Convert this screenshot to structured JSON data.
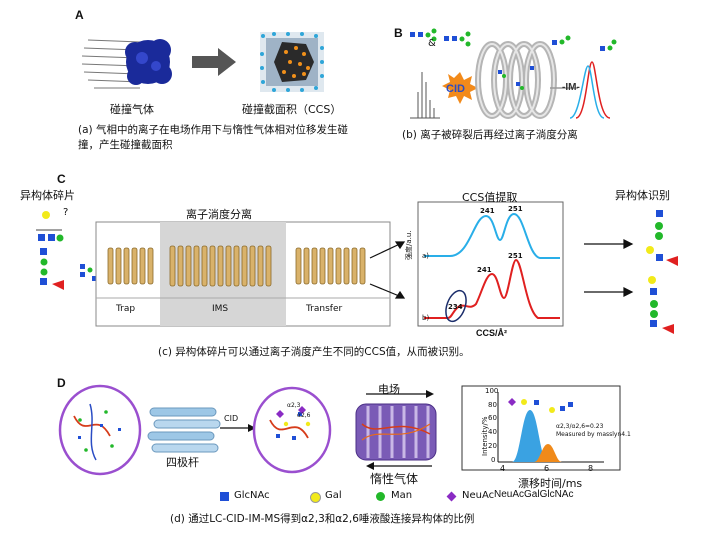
{
  "panelA": {
    "letter": "A",
    "gas_label": "碰撞气体",
    "ccs_label": "碰撞截面积（CCS）",
    "caption": "(a) 气相中的离子在电场作用下与惰性气体相对位移发生碰撞，产生碰撞截面积"
  },
  "panelB": {
    "letter": "B",
    "amp": "&",
    "cid": "CID",
    "im": "-IM-",
    "caption": "(b) 离子被碎裂后再经过离子淌度分离"
  },
  "panelC": {
    "letter": "C",
    "fragment_label": "异构体碎片",
    "question": "?",
    "ims_title": "离子淌度分离",
    "trap": "Trap",
    "ims": "IMS",
    "transfer": "Transfer",
    "ccs_extract": "CCS值提取",
    "isomer_id": "异构体识别",
    "trace_a": "a)",
    "trace_b": "b)",
    "peaks_a": [
      "241",
      "251"
    ],
    "peaks_b": [
      "241",
      "251",
      "234"
    ],
    "yaxis": "强度/a.u.",
    "xaxis": "CCS/Å²",
    "caption": "(c) 异构体碎片可以通过离子淌度产生不同的CCS值，从而被识别。",
    "colors": {
      "trace_a": "#29aee8",
      "trace_b": "#e02020"
    }
  },
  "panelD": {
    "letter": "D",
    "cid": "CID",
    "quad_label": "四极杆",
    "field_label": "电场",
    "gas_label": "惰性气体",
    "annot_23": "α2,3",
    "annot_26": "α2,6",
    "ratio": "α2,3/α2,6=0.23",
    "measured": "Measured by masslyn4.1",
    "yaxis": "Intensity/%",
    "yticks": [
      "100",
      "80",
      "60",
      "40",
      "20",
      "0"
    ],
    "xticks": [
      "4",
      "6",
      "8"
    ],
    "xaxis": "漂移时间/ms",
    "compound": "NeuAcGalGlcNAc",
    "legend": [
      {
        "label": "GlcNAc",
        "shape": "square",
        "color": "#1f4fd6"
      },
      {
        "label": "Gal",
        "shape": "circle",
        "color": "#f2ea1a"
      },
      {
        "label": "Man",
        "shape": "circle",
        "color": "#22b82a"
      },
      {
        "label": "NeuAc",
        "shape": "diamond",
        "color": "#8a2bc4"
      }
    ],
    "caption": "(d) 通过LC-CID-IM-MS得到α2,3和α2,6唾液酸连接异构体的比例"
  }
}
